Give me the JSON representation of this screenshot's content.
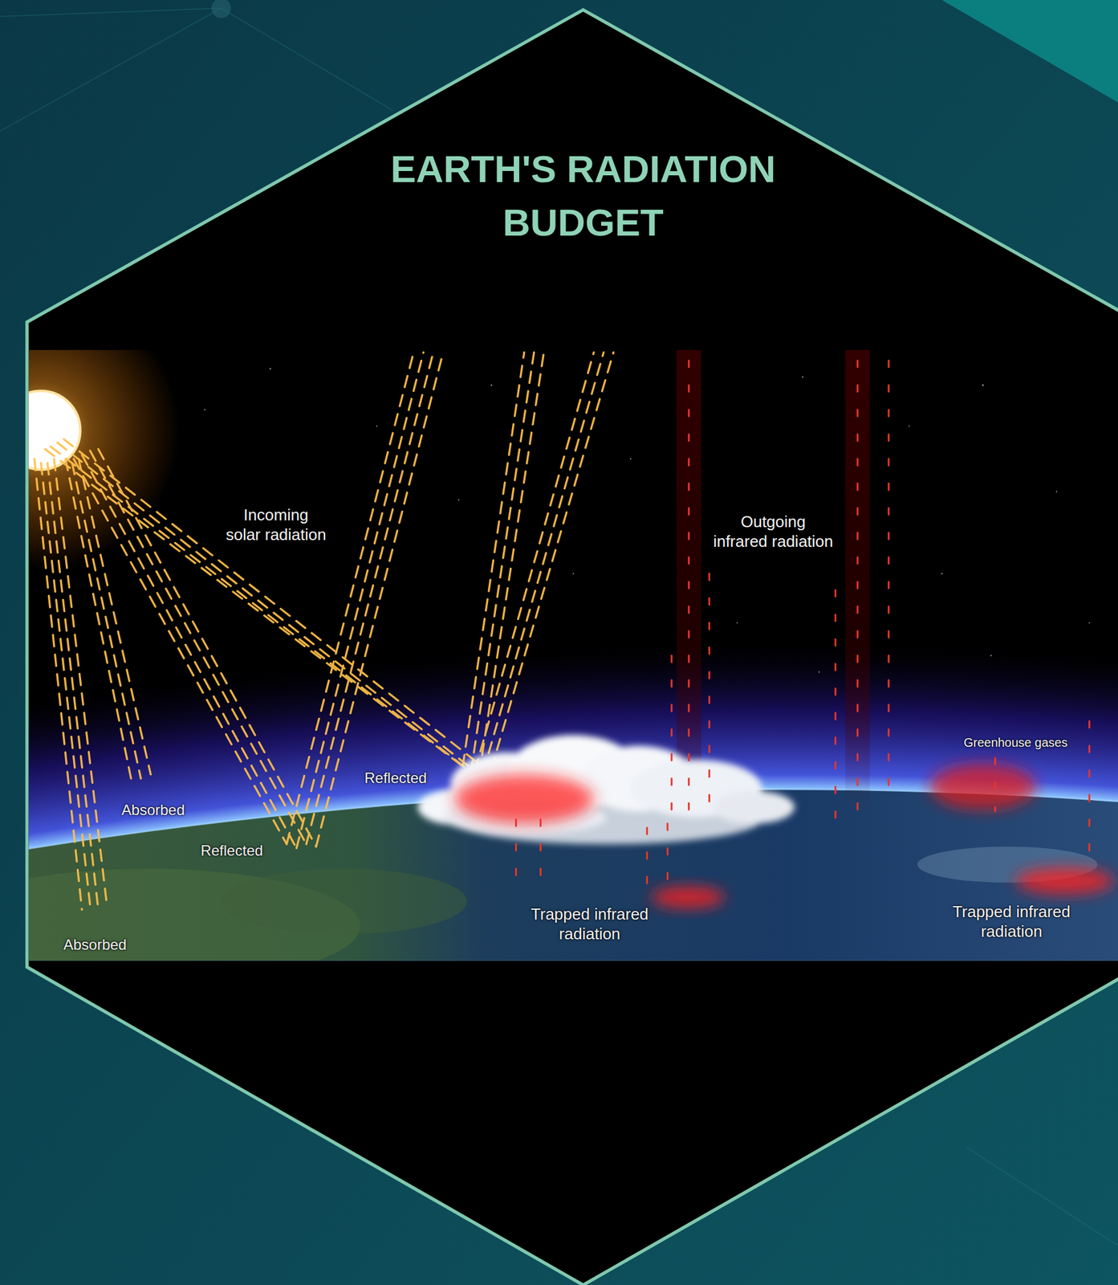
{
  "diagram": {
    "title": "EARTH'S RADIATION BUDGET",
    "labels": [
      "Incoming solar radiation",
      "Outgoing infrared radiation",
      "Greenhouse gases",
      "Reflected",
      "Absorbed",
      "Reflected",
      "Trapped infrared radiation",
      "Absorbed",
      "Trapped infrared radiation"
    ]
  }
}
